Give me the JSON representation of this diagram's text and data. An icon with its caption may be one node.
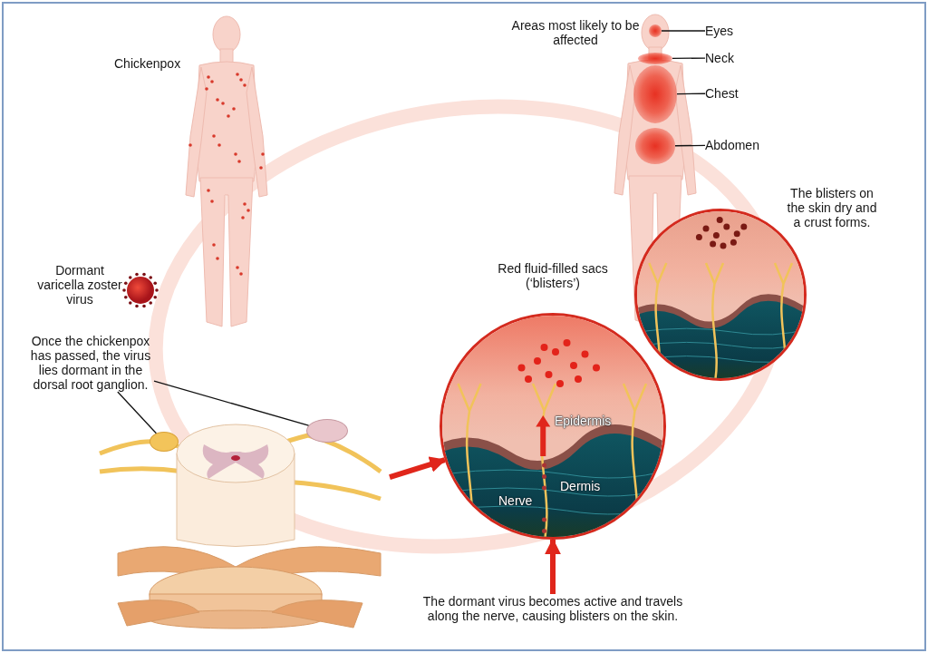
{
  "diagram": {
    "nodes": [
      {
        "text": [
          "Eyes"
        ]
      },
      {
        "text": [
          "Neck"
        ]
      },
      {
        "text": [
          "Chest"
        ]
      },
      {
        "text": [
          "Abdomen"
        ]
      },
      {
        "text": [],
        "shape": "circle"
      },
      {
        "text": [],
        "shape": "circle"
      },
      {
        "text": [],
        "shape": "circle"
      },
      {
        "text": [],
        "shape": "circle"
      },
      {
        "text": [
          "Once the chickenpox has passed, the virus lies dormant in the dorsal root ganglion."
        ]
      },
      {
        "text": [],
        "shape": "picture"
      },
      {
        "text": [],
        "shape": "circle",
        "in": 9
      },
      {
        "text": [],
        "shape": "circle",
        "in": 9
      },
      {
        "text": [
          "Epidermis",
          "Dermis",
          "Nerve"
        ],
        "beside": [
          "Red fluid-filled sacs (‘blisters’)"
        ]
      },
      {
        "text": [
          "The dormant virus becomes active and travels along the nerve, causing blisters on the skin."
        ]
      },
      {
        "text": [],
        "shape": "circle",
        "beside": [
          "The blisters on the skin dry and a crust forms."
        ]
      }
    ],
    "edges": [
      {
        "from": 0,
        "to": 4,
        "arrow": "none"
      },
      {
        "from": 1,
        "to": 5,
        "arrow": "none"
      },
      {
        "from": 2,
        "to": 6,
        "arrow": "none"
      },
      {
        "from": 3,
        "to": 7,
        "arrow": "none"
      },
      {
        "from": 8,
        "to": 10,
        "arrow": "none"
      },
      {
        "from": 8,
        "to": 11,
        "arrow": "none"
      },
      {
        "from": 9,
        "to": 12,
        "arrow": "to",
        "style": "thick",
        "color": "#e0261b"
      },
      {
        "from": 13,
        "to": 12,
        "arrow": "to",
        "style": "thick",
        "color": "#e0261b"
      }
    ],
    "labels": [
      "Areas most likely to be affected",
      "Chickenpox",
      "Dormant varicella zoster virus"
    ]
  }
}
